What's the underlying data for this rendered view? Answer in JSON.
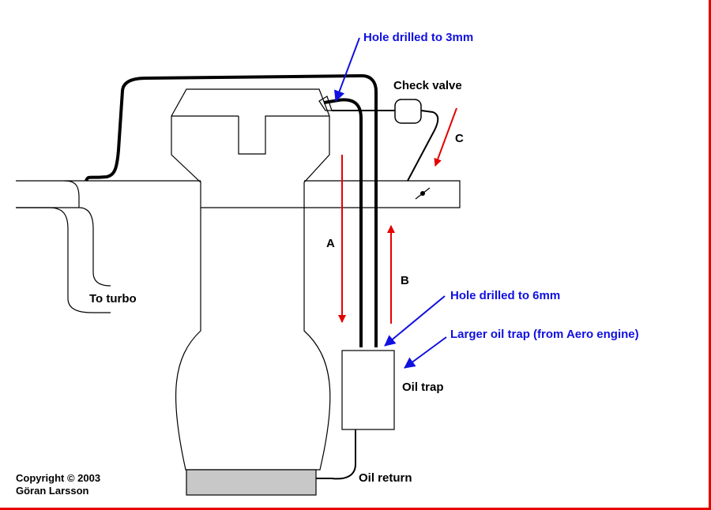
{
  "labels": {
    "hole_3mm": "Hole drilled to 3mm",
    "check_valve": "Check valve",
    "c": "C",
    "a": "A",
    "b": "B",
    "hole_6mm": "Hole drilled to 6mm",
    "larger_trap": "Larger oil trap (from Aero engine)",
    "oil_trap": "Oil trap",
    "to_turbo": "To turbo",
    "oil_return": "Oil return",
    "copyright_line1": "Copyright © 2003",
    "copyright_line2": "Göran Larsson"
  },
  "colors": {
    "background": "#ffffff",
    "frame": "#e60000",
    "line": "#000000",
    "flow_arrow": "#e60000",
    "pointer": "#1010e0",
    "sump": "#c8c8c8"
  }
}
